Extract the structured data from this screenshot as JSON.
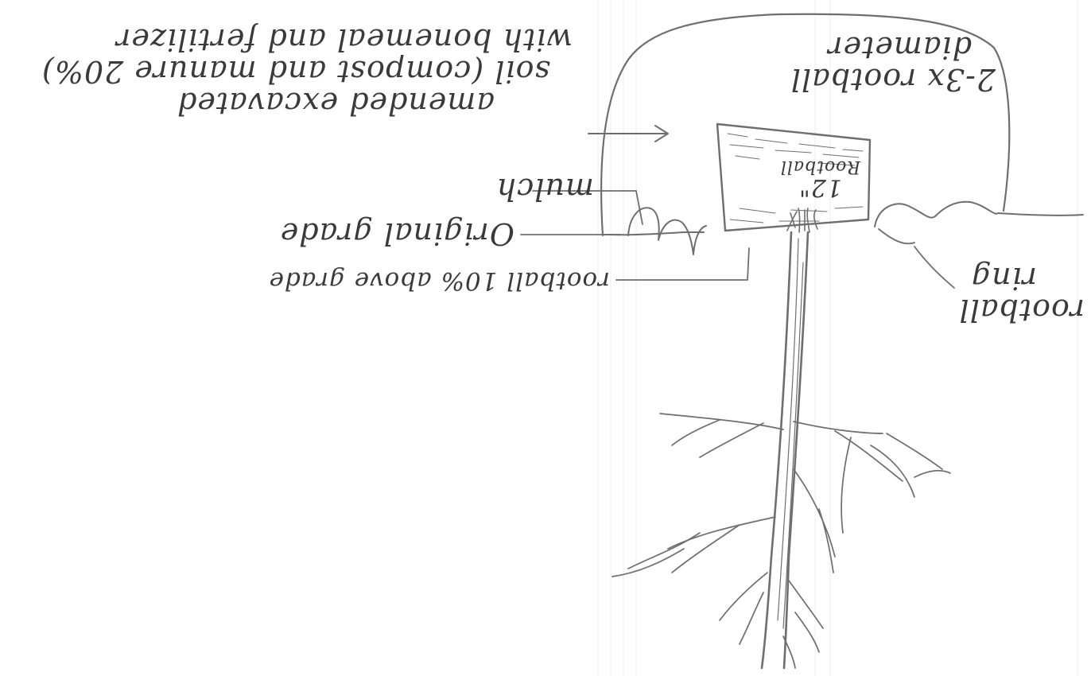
{
  "diagram": {
    "labels": {
      "planting_hole": [
        "2-3x rootball",
        "diameter"
      ],
      "amended_soil": [
        "amended excavated",
        "soil (compost and manure 20%)",
        "with bonemeal and fertilizer"
      ],
      "rootball_box": [
        "12\"",
        "Rootball"
      ],
      "mulch": "mulch",
      "original_grade": "Original grade",
      "rootball_above_grade": "rootball 10% above grade",
      "rootball_ring": [
        "rootball",
        "ring"
      ]
    }
  }
}
